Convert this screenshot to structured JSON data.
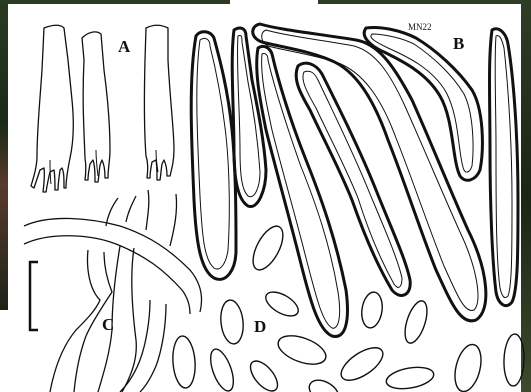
{
  "plate": {
    "labels": {
      "a": "A",
      "b": "B",
      "c": "C",
      "d": "D"
    },
    "initials": "MN22",
    "background_colors": {
      "photo_dark": "#1b2a18",
      "photo_mid": "#3b4a2c",
      "photo_red": "#7a3a30",
      "paper": "#ffffff",
      "ink": "#111111"
    }
  }
}
